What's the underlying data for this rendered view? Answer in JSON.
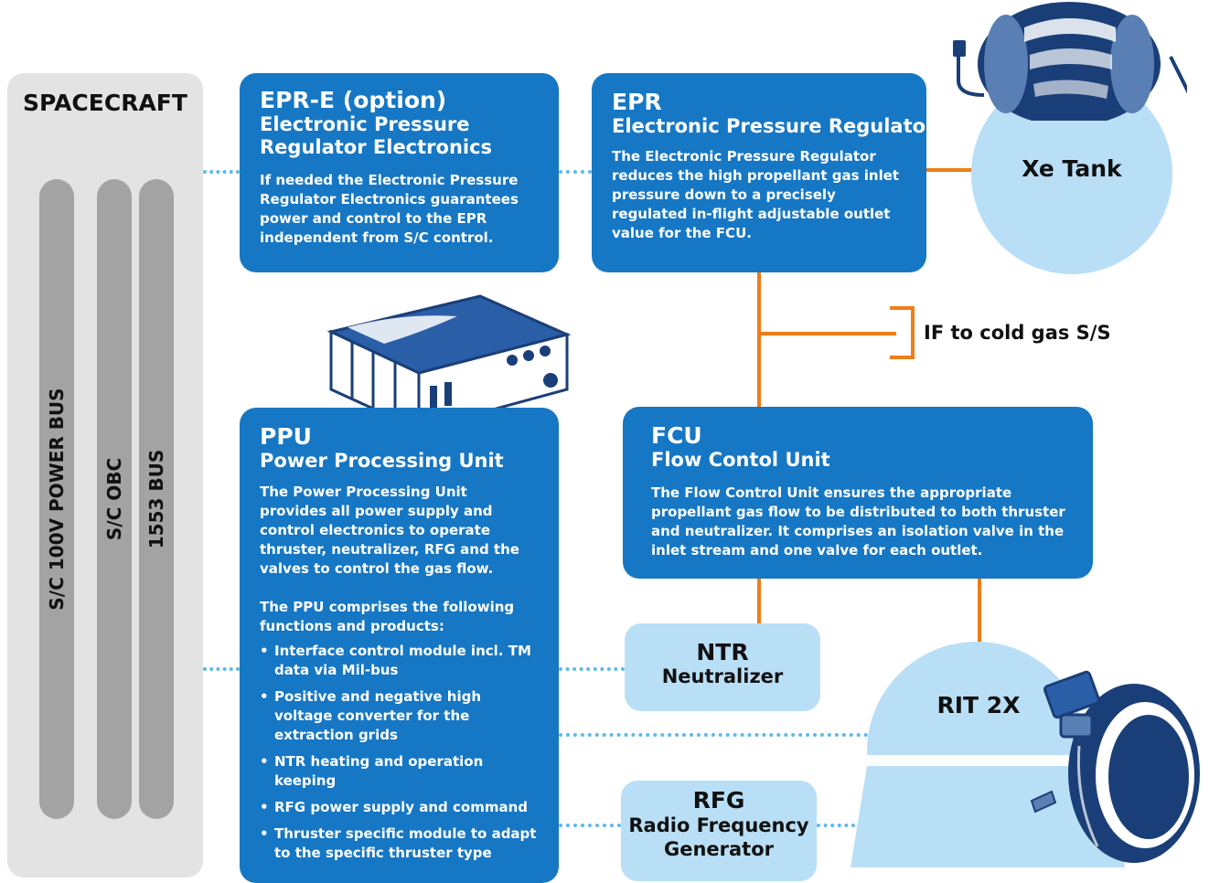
{
  "spacecraft": {
    "title": "SPACECRAFT",
    "buses": [
      "S/C 100V POWER BUS",
      "S/C OBC",
      "1553 BUS"
    ]
  },
  "epre": {
    "title": "EPR-E (option)",
    "subtitle": "Electronic Pressure Regulator Electronics",
    "body": "If needed the Electronic Pressure Regulator Electronics guarantees power and control to the EPR independent from S/C control."
  },
  "epr": {
    "title": "EPR",
    "subtitle": "Electronic Pressure Regulator",
    "body": "The Electronic Pressure Regulator reduces the high propellant gas inlet pressure down to a precisely regulated in-flight adjustable outlet value for the FCU."
  },
  "tank": {
    "label": "Xe Tank"
  },
  "cold_gas": {
    "label": "IF to cold gas S/S"
  },
  "ppu": {
    "title": "PPU",
    "subtitle": "Power Processing Unit",
    "body1": "The Power Processing Unit provides all power supply and control electronics to operate thruster, neutralizer, RFG and the valves to control the gas flow.",
    "body2": "The PPU comprises the following functions and products:",
    "items": [
      "Interface control module incl. TM data via Mil-bus",
      "Positive and negative high voltage converter for the extraction grids",
      "NTR heating and operation keeping",
      "RFG power supply and command",
      "Thruster specific module to adapt to the specific thruster type"
    ]
  },
  "fcu": {
    "title": "FCU",
    "subtitle": "Flow Contol Unit",
    "body": "The Flow Control Unit ensures the appropriate propellant gas flow to be distributed to both thruster and neutralizer. It comprises an isolation valve in the inlet stream and one valve for each outlet."
  },
  "ntr": {
    "title": "NTR",
    "subtitle": "Neutralizer"
  },
  "rfg": {
    "title": "RFG",
    "subtitle": "Radio Frequency Generator"
  },
  "rit": {
    "label": "RIT 2X"
  },
  "colors": {
    "blue": "#1677c4",
    "light_blue": "#b9dff6",
    "orange": "#ef7d17",
    "gray": "#e3e3e3",
    "dotted": "#5cb9ea"
  }
}
